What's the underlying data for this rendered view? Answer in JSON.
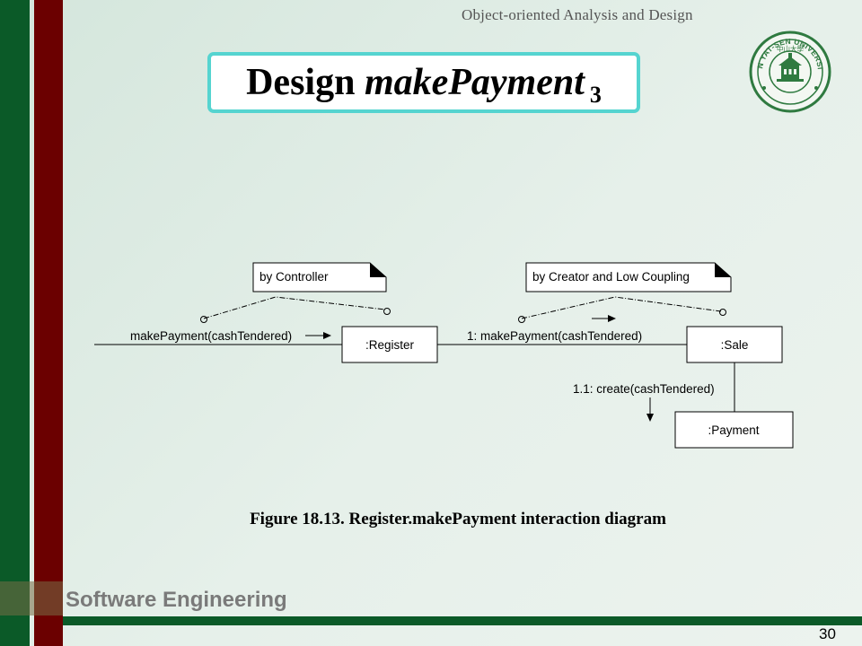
{
  "header": {
    "course": "Object-oriented Analysis and Design"
  },
  "title": {
    "main": "Design ",
    "emphasis": "makePayment",
    "subscript": "3"
  },
  "footer": {
    "label": "Software Engineering",
    "page": "30"
  },
  "logo": {
    "text": "SUN YAT-SEN UNIVERSITY",
    "hanzi": "中山大學"
  },
  "diagram": {
    "notes": [
      "by Controller",
      "by Creator and Low Coupling"
    ],
    "objects": [
      ":Register",
      ":Sale",
      ":Payment"
    ],
    "messages": [
      "makePayment(cashTendered)",
      "1: makePayment(cashTendered)",
      "1.1: create(cashTendered)"
    ]
  },
  "caption": "Figure 18.13. Register.makePayment interaction diagram",
  "colors": {
    "green": "#0b5a28",
    "red": "#6b0000",
    "title_border": "#55d4d0",
    "logo": "#2f7a40"
  }
}
